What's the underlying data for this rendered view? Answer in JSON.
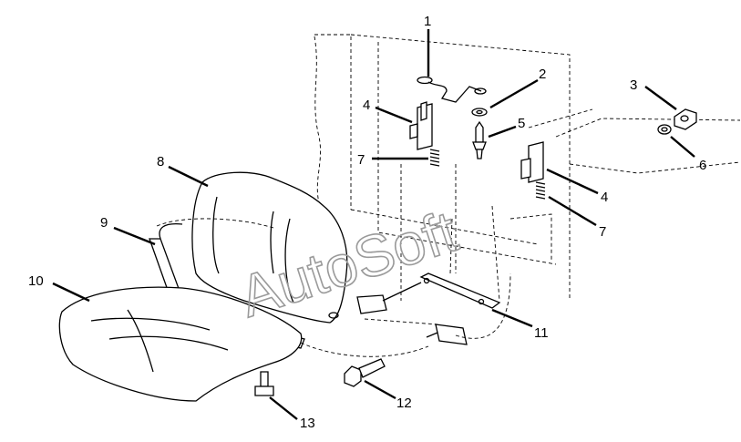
{
  "watermark": "AutoSoft",
  "callouts": {
    "c1": "1",
    "c2": "2",
    "c3": "3",
    "c4a": "4",
    "c4b": "4",
    "c5": "5",
    "c6": "6",
    "c7a": "7",
    "c7b": "7",
    "c8": "8",
    "c9": "9",
    "c10": "10",
    "c11": "11",
    "c12": "12",
    "c13": "13"
  }
}
